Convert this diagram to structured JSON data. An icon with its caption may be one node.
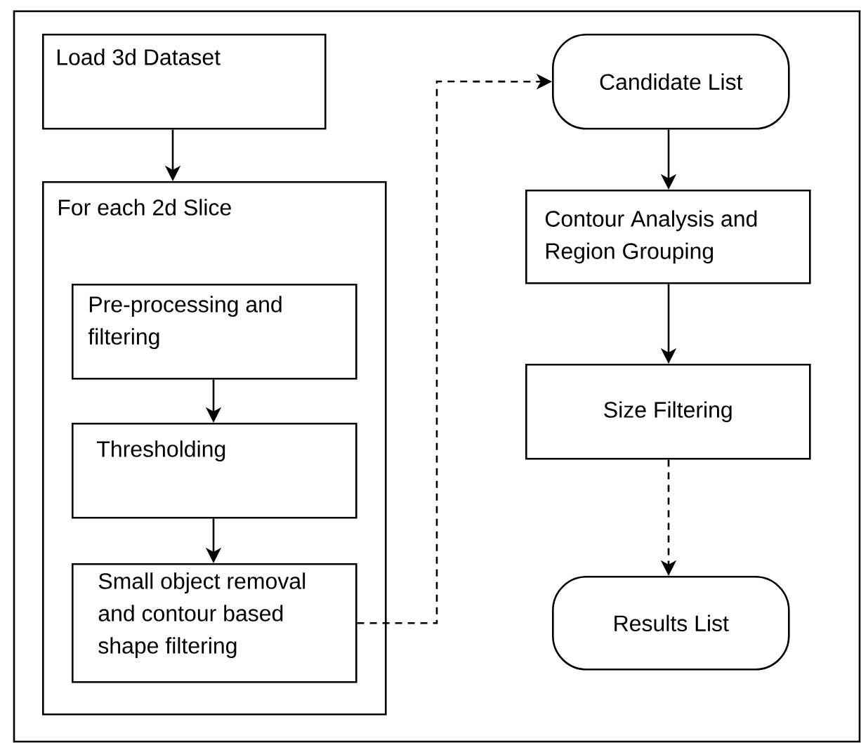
{
  "diagram": {
    "nodes": [
      {
        "text": [
          "Load 3d Dataset"
        ]
      },
      {
        "text": [
          "For each 2d Slice"
        ]
      },
      {
        "text": [
          "Pre-processing and filtering"
        ],
        "in": 1
      },
      {
        "text": [
          "Thresholding"
        ],
        "in": 1
      },
      {
        "text": [
          "Small object removal and contour based shape filtering"
        ],
        "in": 1
      },
      {
        "text": [
          "Candidate List"
        ]
      },
      {
        "text": [
          "Contour Analysis and Region Grouping"
        ]
      },
      {
        "text": [
          "Size Filtering"
        ]
      },
      {
        "text": [
          "Results List"
        ]
      }
    ],
    "edges": [
      {
        "from": 0,
        "to": 1,
        "arrow": "to"
      },
      {
        "from": 2,
        "to": 3,
        "arrow": "to"
      },
      {
        "from": 3,
        "to": 4,
        "arrow": "to"
      },
      {
        "from": 4,
        "to": 5,
        "arrow": "to",
        "style": "dashed"
      },
      {
        "from": 5,
        "to": 6,
        "arrow": "to"
      },
      {
        "from": 6,
        "to": 7,
        "arrow": "to"
      },
      {
        "from": 7,
        "to": 8,
        "arrow": "to",
        "style": "dashed"
      }
    ]
  }
}
